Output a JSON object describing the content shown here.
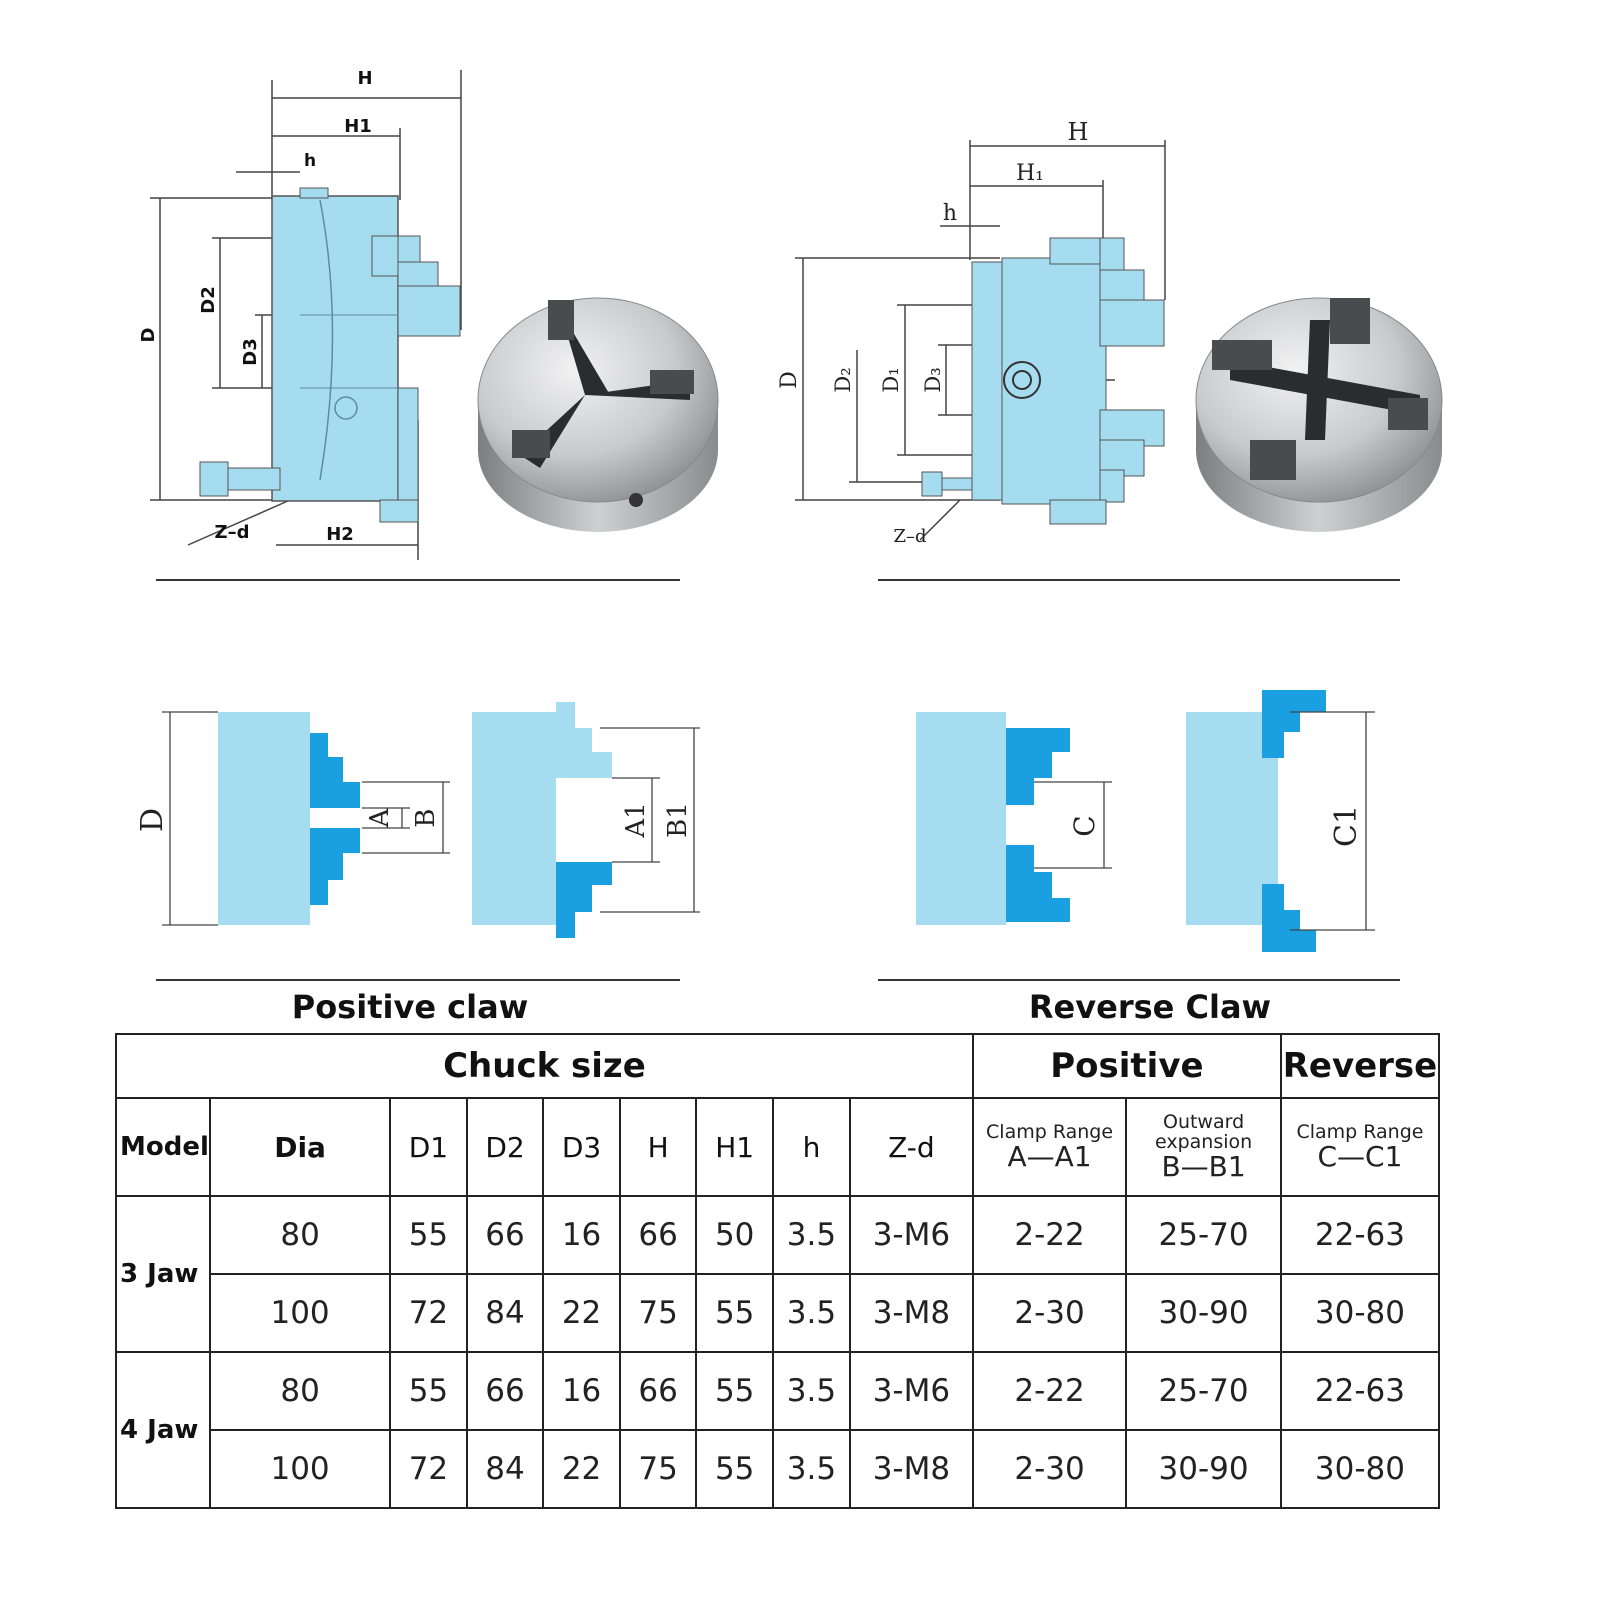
{
  "diagram_top_left": {
    "labels": {
      "H": "H",
      "H1": "H1",
      "h": "h",
      "D": "D",
      "D2": "D2",
      "D3": "D3",
      "Zd": "Z–d",
      "H2": "H2"
    }
  },
  "diagram_top_right": {
    "labels": {
      "H": "H",
      "H1": "H₁",
      "h": "h",
      "D": "D",
      "D2": "D₂",
      "D1": "D₁",
      "D3": "D₃",
      "Zd": "Z–d"
    }
  },
  "positive_claw": {
    "caption": "Positive claw",
    "labels": {
      "D": "D",
      "A": "A",
      "B": "B",
      "A1": "A1",
      "B1": "B1"
    }
  },
  "reverse_claw": {
    "caption": "Reverse Claw",
    "labels": {
      "C": "C",
      "C1": "C1"
    }
  },
  "colors": {
    "body": "#a6dcf0",
    "jaw": "#1a9fe0",
    "steel": "#b8b9bc",
    "outline": "#222222"
  },
  "table": {
    "group_headers": {
      "chuck_size": "Chuck size",
      "positive": "Positive",
      "reverse": "Reverse"
    },
    "columns": {
      "model": "Model",
      "dia": "Dia",
      "d1": "D1",
      "d2": "D2",
      "d3": "D3",
      "H": "H",
      "H1": "H1",
      "h": "h",
      "zd": "Z-d",
      "pos_clamp_label": "Clamp Range",
      "pos_clamp_val": "A—A1",
      "pos_out_label": "Outward expansion",
      "pos_out_val": "B—B1",
      "rev_clamp_label": "Clamp Range",
      "rev_clamp_val": "C—C1"
    },
    "groups": [
      {
        "model": "3 Jaw",
        "rows": [
          {
            "dia": "80",
            "d1": "55",
            "d2": "66",
            "d3": "16",
            "H": "66",
            "H1": "50",
            "h": "3.5",
            "zd": "3-M6",
            "ab": "2-22",
            "bb": "25-70",
            "cc": "22-63"
          },
          {
            "dia": "100",
            "d1": "72",
            "d2": "84",
            "d3": "22",
            "H": "75",
            "H1": "55",
            "h": "3.5",
            "zd": "3-M8",
            "ab": "2-30",
            "bb": "30-90",
            "cc": "30-80"
          }
        ]
      },
      {
        "model": "4 Jaw",
        "rows": [
          {
            "dia": "80",
            "d1": "55",
            "d2": "66",
            "d3": "16",
            "H": "66",
            "H1": "55",
            "h": "3.5",
            "zd": "3-M6",
            "ab": "2-22",
            "bb": "25-70",
            "cc": "22-63"
          },
          {
            "dia": "100",
            "d1": "72",
            "d2": "84",
            "d3": "22",
            "H": "75",
            "H1": "55",
            "h": "3.5",
            "zd": "3-M8",
            "ab": "2-30",
            "bb": "30-90",
            "cc": "30-80"
          }
        ]
      }
    ]
  }
}
